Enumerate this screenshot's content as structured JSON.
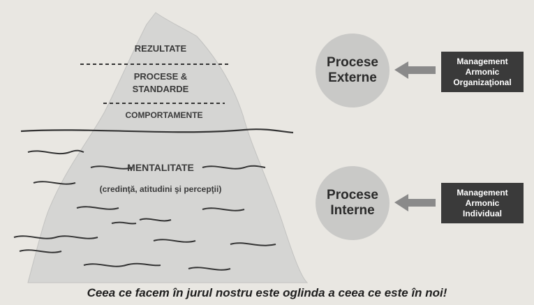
{
  "iceberg": {
    "levels": {
      "rezultate": "REZULTATE",
      "procese_line1": "PROCESE &",
      "procese_line2": "STANDARDE",
      "comportamente": "COMPORTAMENTE",
      "mentalitate": "MENTALITATE",
      "mentalitate_detail": "(credinţă, atitudini şi percepţii)"
    }
  },
  "external": {
    "circle_line1": "Procese",
    "circle_line2": "Externe",
    "box_line1": "Management",
    "box_line2": "Armonic",
    "box_line3": "Organizaţional"
  },
  "internal": {
    "circle_line1": "Procese",
    "circle_line2": "Interne",
    "box_line1": "Management",
    "box_line2": "Armonic",
    "box_line3": "Individual"
  },
  "caption": "Ceea ce facem în jurul nostru este oglinda a ceea ce este în noi!",
  "colors": {
    "iceberg": "#d5d5d3",
    "circle": "#c9c9c7",
    "box": "#3a3a3a",
    "arrow": "#8a8a8a",
    "waves": "#3a3a3a"
  }
}
